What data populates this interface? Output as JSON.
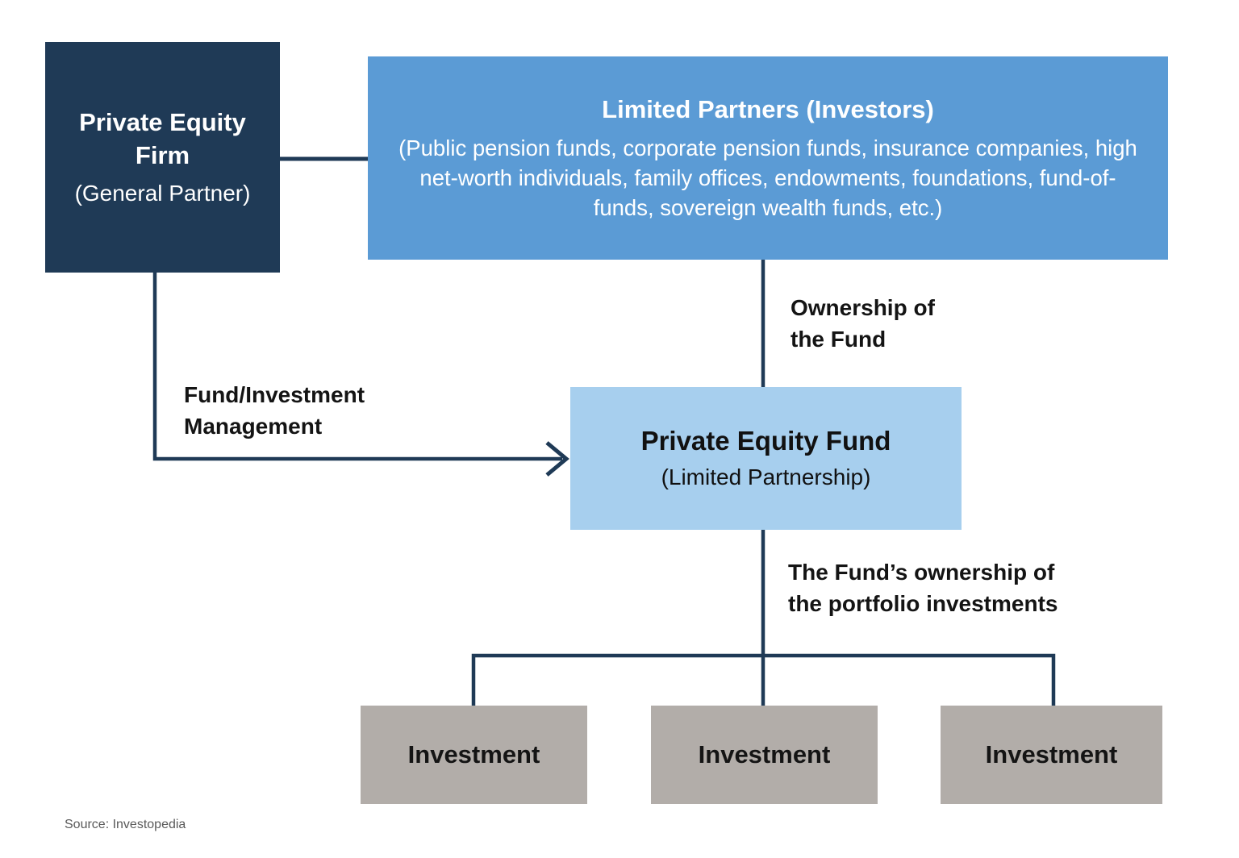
{
  "diagram": {
    "nodes": {
      "firm": {
        "title": "Private Equity Firm",
        "subtitle": "(General Partner)"
      },
      "limited_partners": {
        "title": "Limited Partners (Investors)",
        "body": "(Public pension funds, corporate pension funds, insurance companies, high net-worth individuals, family offices, endowments, foundations, fund-of-funds, sovereign wealth funds, etc.)"
      },
      "fund": {
        "title": "Private Equity Fund",
        "subtitle": "(Limited Partnership)"
      },
      "investments": [
        "Investment",
        "Investment",
        "Investment"
      ]
    },
    "edge_labels": {
      "ownership": "Ownership of\nthe Fund",
      "management": "Fund/Investment\nManagement",
      "fund_ownership": "The Fund’s ownership of\nthe portfolio investments"
    },
    "source": "Source: Investopedia",
    "colors": {
      "accent_dark": "#1F3A56",
      "accent_mid": "#5B9BD5",
      "accent_light": "#A7CFEE",
      "gray_box": "#B2ADA9",
      "line": "#1F3A56",
      "source_gray": "#595959"
    }
  }
}
